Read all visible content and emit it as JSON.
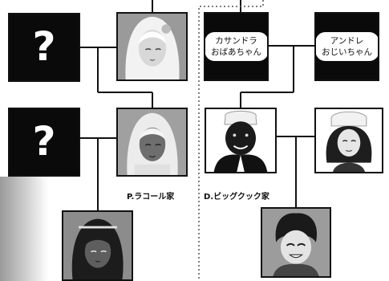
{
  "unknown_parents": [
    "?",
    "?"
  ],
  "grandparents": {
    "grandma": [
      "カサンドラ",
      "おばあちゃん"
    ],
    "grandpa": [
      "アンドレ",
      "おじいちゃん"
    ]
  },
  "families": {
    "left": "P.ラコール家",
    "right": "D.ビッグクック家"
  },
  "colors": {
    "ink": "#111111",
    "box_black": "#0a0a0a",
    "portrait_bg": "#d9d9d9",
    "divider": "#555555"
  }
}
